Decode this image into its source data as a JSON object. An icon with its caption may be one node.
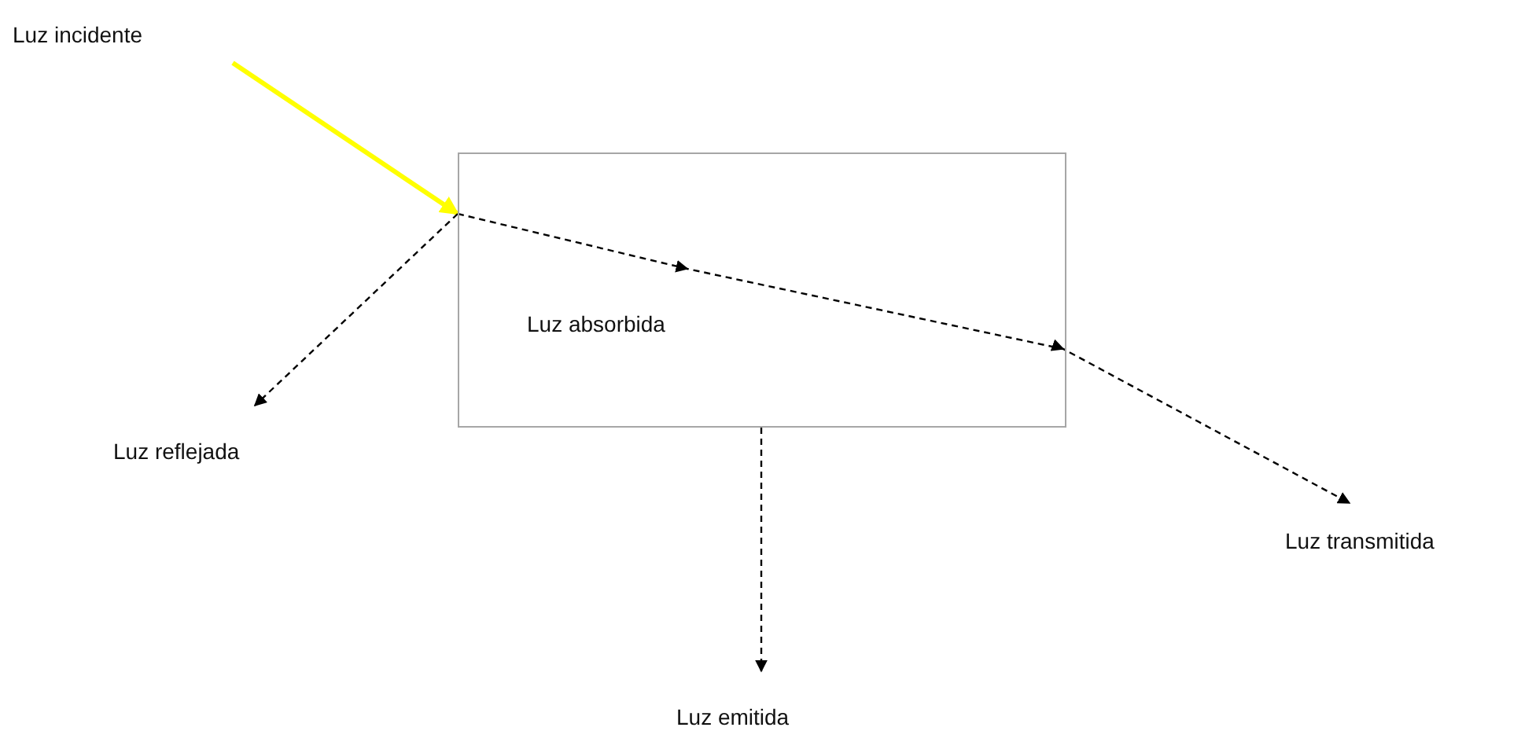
{
  "diagram": {
    "nodes": [
      {
        "text": [
          "Luz incidente"
        ]
      },
      {
        "text": [
          "Luz absorbida"
        ]
      },
      {
        "text": [
          "Luz reflejada"
        ]
      },
      {
        "text": [
          "Luz transmitida"
        ]
      },
      {
        "text": [
          "Luz emitida"
        ]
      }
    ],
    "edges": [
      {
        "from": 0,
        "to": 1,
        "arrow": "to",
        "style": "thick",
        "color": "#ffff00"
      },
      {
        "from": 1,
        "to": 2,
        "arrow": "to",
        "style": "dashed"
      },
      {
        "from": 1,
        "to": 3,
        "arrow": "to",
        "style": "dashed"
      },
      {
        "from": 1,
        "to": 4,
        "arrow": "to",
        "style": "dashed"
      }
    ]
  }
}
